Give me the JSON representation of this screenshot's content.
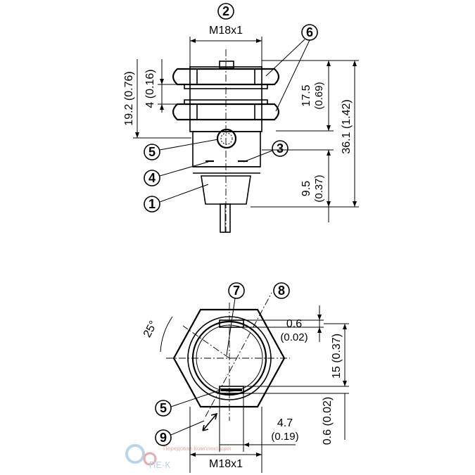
{
  "callouts": {
    "c1": "1",
    "c2": "2",
    "c3": "3",
    "c4": "4",
    "c5a": "5",
    "c5b": "5",
    "c6": "6",
    "c7": "7",
    "c8": "8",
    "c9": "9"
  },
  "side_view": {
    "thread_label": "M18x1",
    "dim_19_2": "19.2 (0.76)",
    "dim_4": "4 (0.16)",
    "dim_17_5": "17.5",
    "dim_17_5_in": "(0.69)",
    "dim_36_1": "36.1 (1.42)",
    "dim_9_5": "9.5",
    "dim_9_5_in": "(0.37)"
  },
  "top_view": {
    "angle": "25°",
    "dim_0_6_a": "0.6",
    "dim_0_6_a_in": "(0.02)",
    "dim_15": "15 (0.37)",
    "dim_0_6_b": "0.6 (0.02)",
    "dim_4_7": "4.7",
    "dim_4_7_in": "(0.19)",
    "thread_label": "M18x1"
  },
  "watermark": {
    "brand": "ПЕ-К",
    "tagline": "Передовая Комплектация"
  },
  "colors": {
    "ink": "#000000",
    "watermark_blue": "#b9d3ea",
    "watermark_red": "#e7a9a9"
  }
}
